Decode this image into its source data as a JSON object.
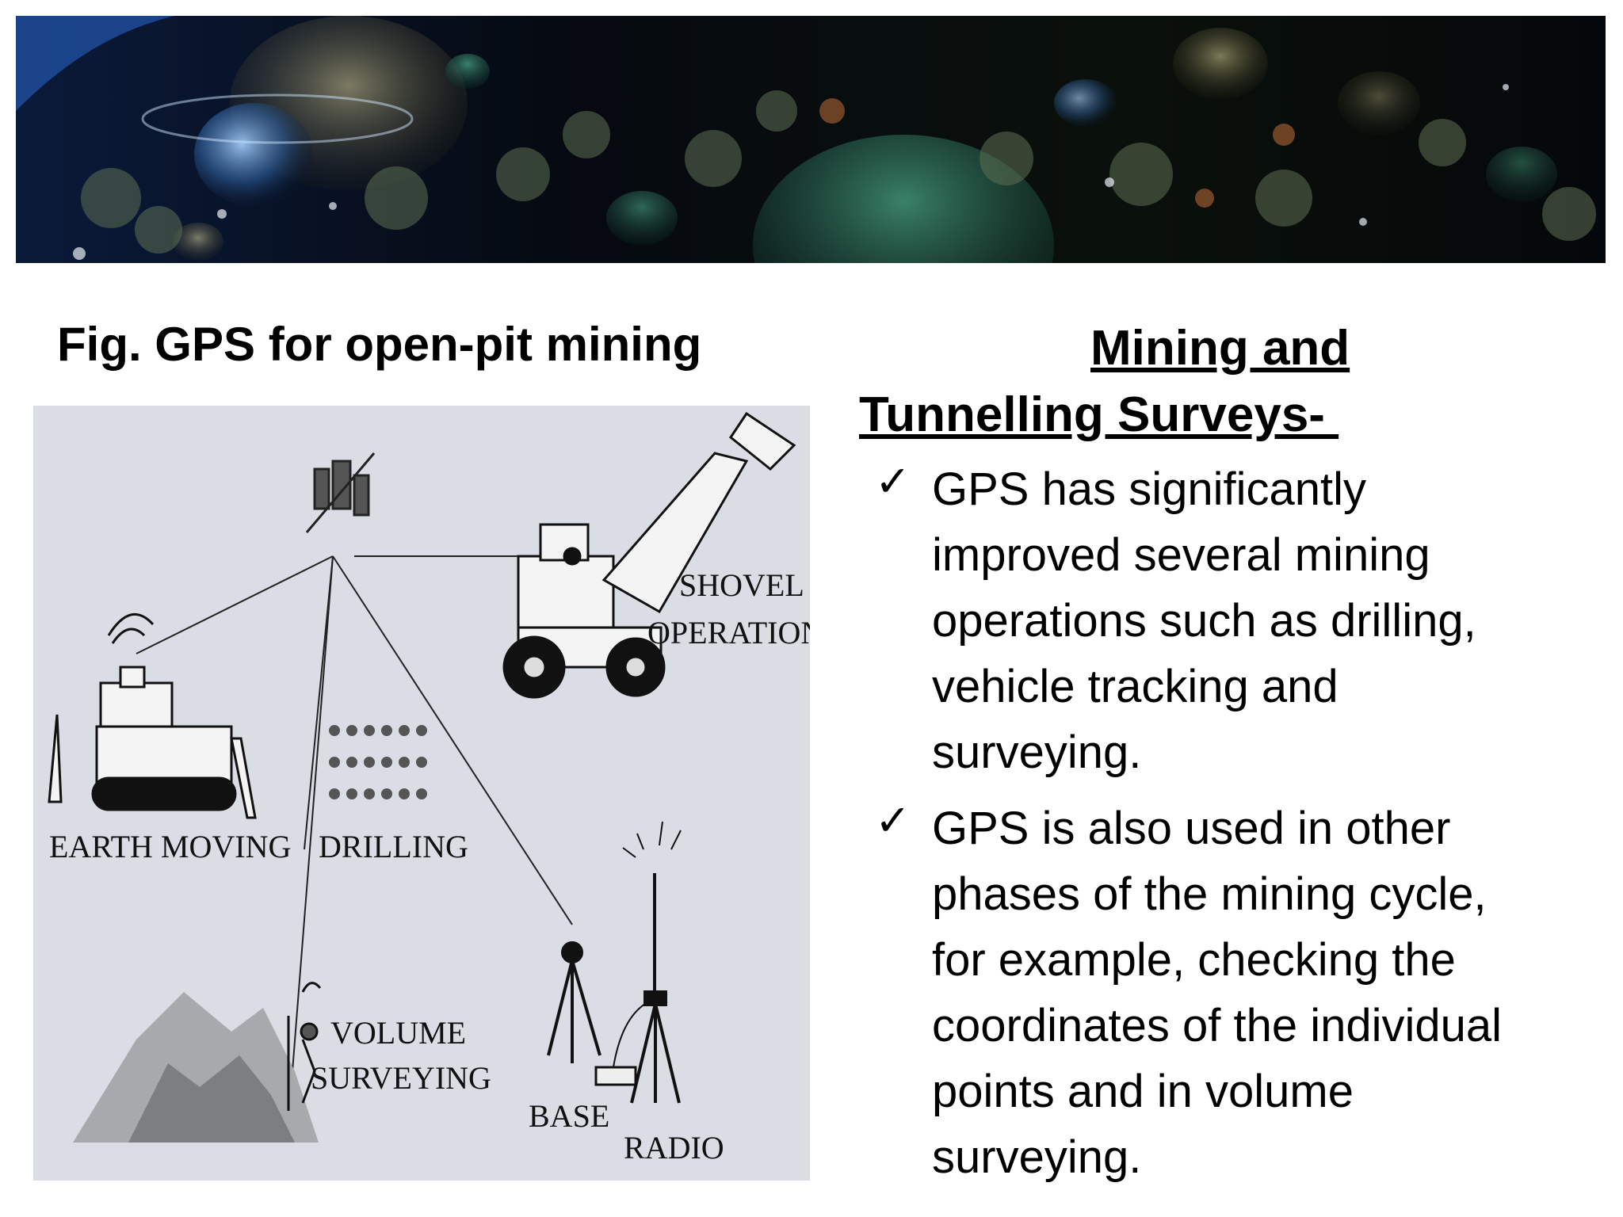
{
  "slide": {
    "figure_caption": "Fig. GPS for open-pit mining",
    "heading_line1": "Mining and",
    "heading_line2": "Tunnelling Surveys- ",
    "bullets": [
      {
        "check_icon": "check-icon",
        "text": " GPS has significantly\nimproved several mining\noperations such as drilling,\nvehicle tracking and\nsurveying."
      },
      {
        "check_icon": "check-icon",
        "text": " GPS is also used in other\nphases of the mining cycle,\nfor example, checking the\ncoordinates of the individual\npoints and in volume\nsurveying."
      }
    ]
  },
  "figure": {
    "labels": {
      "shovel": "SHOVEL",
      "operations": "OPERATIONS",
      "earth_moving": "EARTH MOVING",
      "drilling": "DRILLING",
      "volume": "VOLUME",
      "surveying": "SURVEYING",
      "base": "BASE",
      "radio": "RADIO"
    }
  },
  "colors": {
    "figure_background": "#dadde3",
    "banner_background": "#05080c",
    "text": "#000000"
  }
}
